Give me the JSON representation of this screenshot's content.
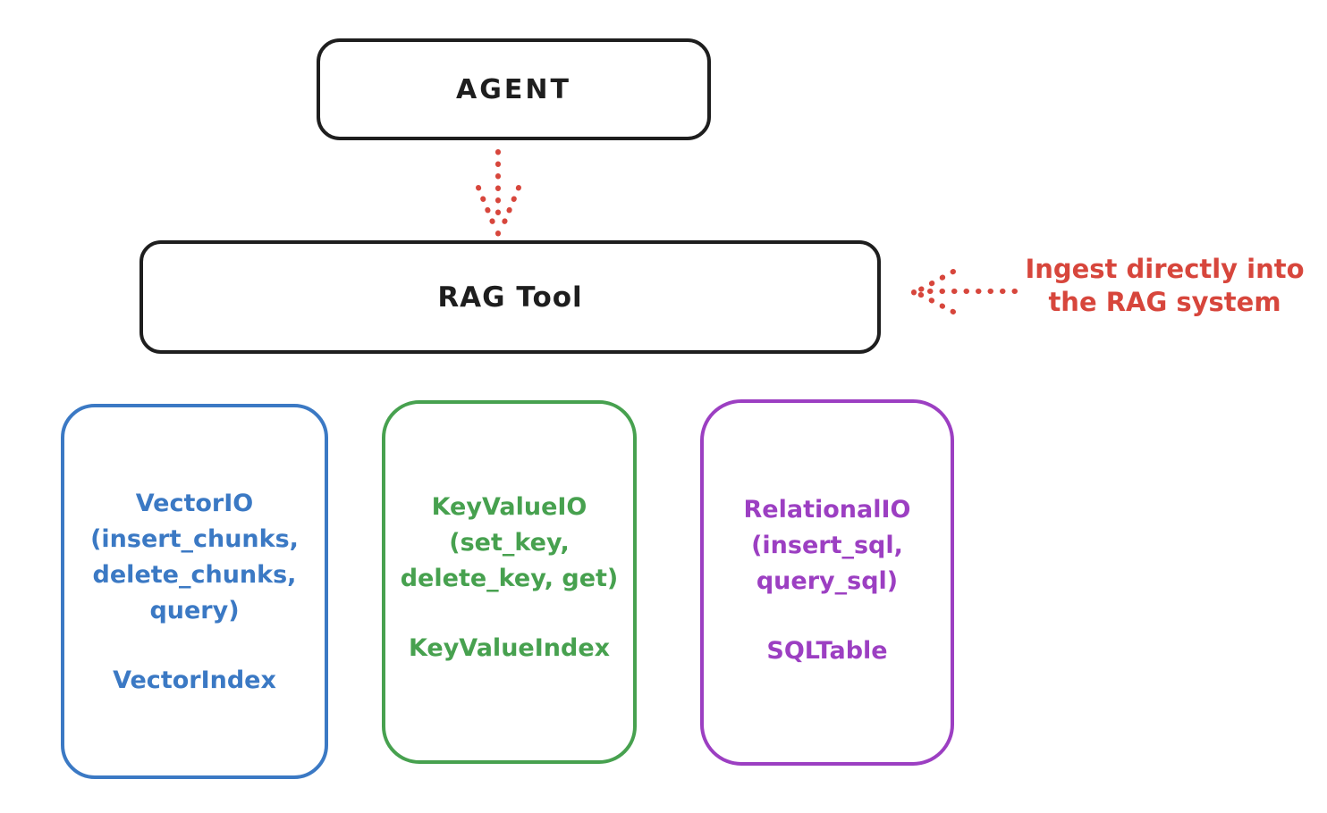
{
  "agent": {
    "label": "AGENT"
  },
  "rag_tool": {
    "label": "RAG Tool"
  },
  "annotation": {
    "lines": [
      "Ingest directly into",
      "the RAG system"
    ]
  },
  "storage_boxes": [
    {
      "id": "vector-io",
      "lines": [
        "VectorIO",
        "(insert_chunks,",
        "delete_chunks,",
        "query)"
      ],
      "index_label": "VectorIndex",
      "color": "#3b79c4"
    },
    {
      "id": "keyvalue-io",
      "lines": [
        "KeyValueIO",
        "(set_key,",
        "delete_key, get)"
      ],
      "index_label": "KeyValueIndex",
      "color": "#47a14f"
    },
    {
      "id": "relational-io",
      "lines": [
        "RelationalIO",
        "(insert_sql,",
        "query_sql)"
      ],
      "index_label": "SQLTable",
      "color": "#9c3fc2"
    }
  ],
  "arrows": [
    {
      "name": "agent-to-rag-tool",
      "style": "dotted",
      "direction": "down",
      "color": "#d7463c"
    },
    {
      "name": "annotation-to-rag-tool",
      "style": "dotted",
      "direction": "left",
      "color": "#d7463c"
    }
  ],
  "colors": {
    "node_stroke": "#1e1e1e",
    "annotation_red": "#d7463c",
    "vector_blue": "#3b79c4",
    "keyvalue_green": "#47a14f",
    "relational_purple": "#9c3fc2",
    "background": "#ffffff"
  }
}
